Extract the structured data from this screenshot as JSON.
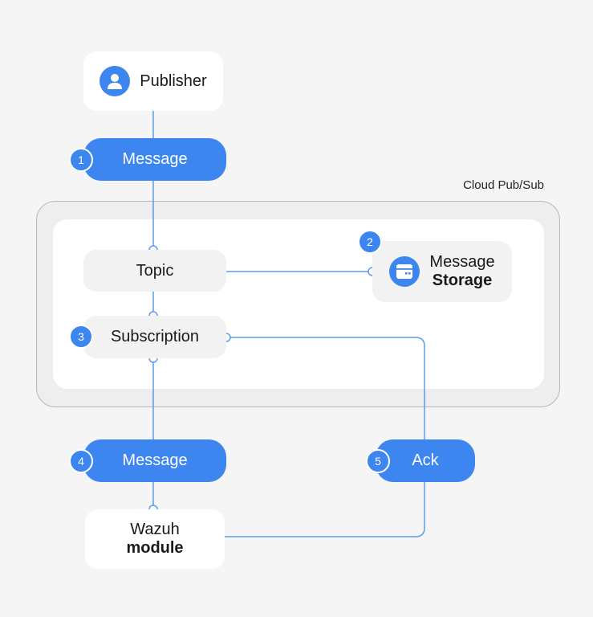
{
  "cloud": {
    "label": "Cloud Pub/Sub"
  },
  "nodes": {
    "publisher": {
      "label": "Publisher",
      "icon": "user-icon"
    },
    "topic": {
      "label": "Topic"
    },
    "subscription": {
      "label": "Subscription"
    },
    "storage": {
      "line1": "Message",
      "line2": "Storage",
      "icon": "storage-icon"
    },
    "wazuh": {
      "line1": "Wazuh",
      "line2": "module"
    }
  },
  "steps": [
    {
      "number": "1",
      "label": "Message"
    },
    {
      "number": "2",
      "label": ""
    },
    {
      "number": "3",
      "label": ""
    },
    {
      "number": "4",
      "label": "Message"
    },
    {
      "number": "5",
      "label": "Ack"
    }
  ],
  "colors": {
    "accent": "#3d86f0",
    "line": "#5b9bf0",
    "background": "#f5f5f5"
  }
}
